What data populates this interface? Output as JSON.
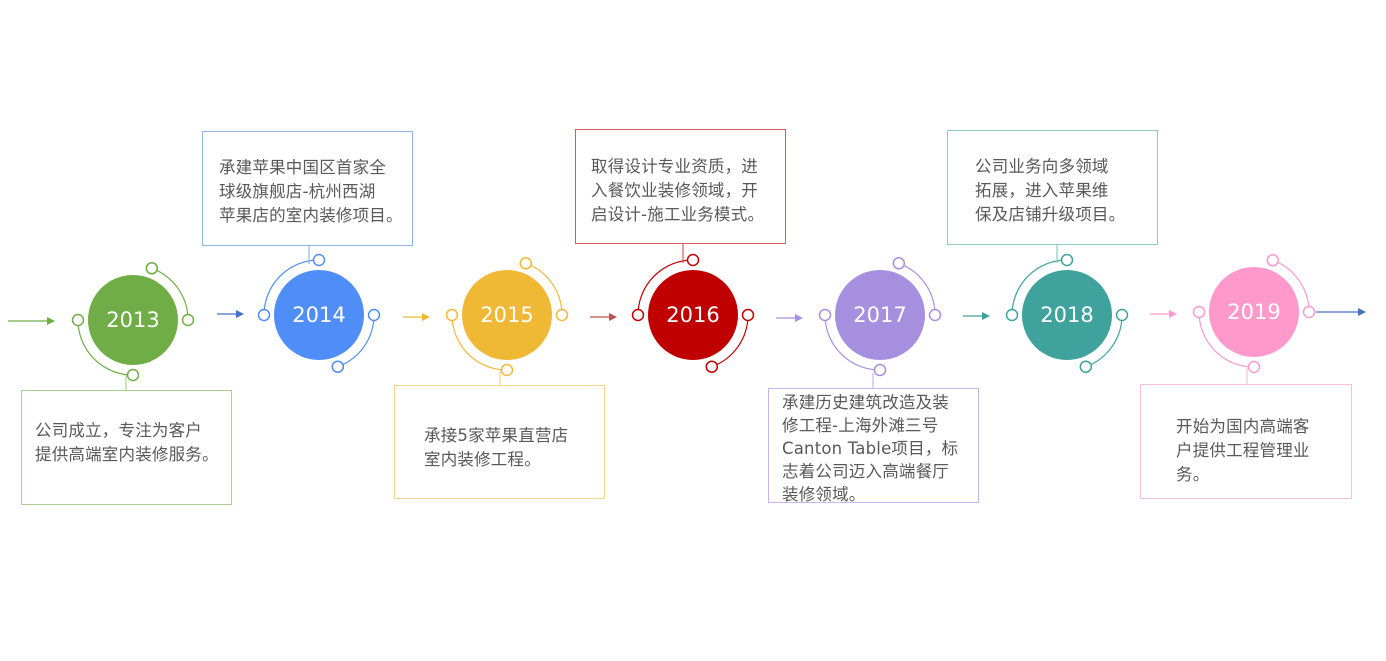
{
  "milestones": [
    {
      "year": "2013",
      "color": "#70ad47",
      "text": "公司成立，专注为客户\n提供高端室内装修服务。"
    },
    {
      "year": "2014",
      "color": "#4f8ef7",
      "text": "承建苹果中国区首家全\n球级旗舰店-杭州西湖\n苹果店的室内装修项目。"
    },
    {
      "year": "2015",
      "color": "#f0b935",
      "text": "承接5家苹果直营店\n室内装修工程。"
    },
    {
      "year": "2016",
      "color": "#c00000",
      "text": "取得设计专业资质，进\n入餐饮业装修领域，开\n启设计-施工业务模式。"
    },
    {
      "year": "2017",
      "color": "#a78fe0",
      "text": "承建历史建筑改造及装\n修工程-上海外滩三号\nCanton Table项目，标\n志着公司迈入高端餐厅\n装修领域。"
    },
    {
      "year": "2018",
      "color": "#40a29c",
      "text": "公司业务向多领域\n拓展，进入苹果维\n保及店铺升级项目。"
    },
    {
      "year": "2019",
      "color": "#ff99cc",
      "text": "开始为国内高端客\n户提供工程管理业\n务。"
    }
  ],
  "arrow_colors": [
    "#70ad47",
    "#4472c4",
    "#f0b935",
    "#c0504d",
    "#a78fe0",
    "#40a29c",
    "#ff99cc",
    "#4472c4"
  ]
}
